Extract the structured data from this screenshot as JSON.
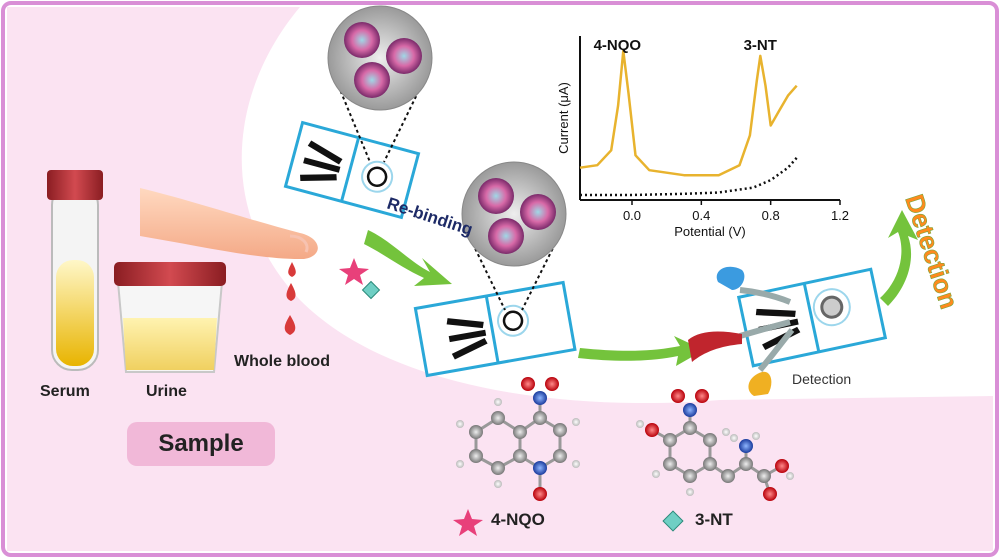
{
  "sample": {
    "title": "Sample",
    "serum": "Serum",
    "urine": "Urine",
    "whole_blood": "Whole blood"
  },
  "steps": {
    "rebinding": "Re-binding",
    "detection": "Detection",
    "detection_arrow": "Detection"
  },
  "legend": {
    "nqo": "4-NQO",
    "nt": "3-NT"
  },
  "chart_data": {
    "type": "line",
    "xlabel": "Potential (V)",
    "ylabel": "Current (μA)",
    "xlim": [
      -0.3,
      1.2
    ],
    "xticks": [
      "0.0",
      "0.4",
      "0.8",
      "1.2"
    ],
    "peak_labels": [
      "4-NQO",
      "3-NT"
    ],
    "peaks_x": [
      -0.05,
      0.74
    ],
    "series": [
      {
        "style": "solid",
        "color": "#e8b32e",
        "x": [
          -0.3,
          -0.2,
          -0.12,
          -0.08,
          -0.05,
          -0.02,
          0.02,
          0.1,
          0.3,
          0.5,
          0.62,
          0.68,
          0.72,
          0.74,
          0.77,
          0.8,
          0.85,
          0.9,
          0.95
        ],
        "y": [
          1.3,
          1.4,
          2.0,
          3.8,
          6.0,
          4.3,
          1.8,
          1.2,
          1.0,
          1.0,
          1.4,
          2.6,
          4.8,
          5.8,
          4.6,
          3.0,
          3.6,
          4.2,
          4.6
        ]
      },
      {
        "style": "dotted",
        "color": "#111111",
        "x": [
          -0.3,
          0.0,
          0.3,
          0.5,
          0.7,
          0.8,
          0.9,
          0.95
        ],
        "y": [
          0.2,
          0.2,
          0.25,
          0.3,
          0.5,
          0.8,
          1.3,
          1.7
        ]
      }
    ]
  },
  "colors": {
    "frame": "#d98fd6",
    "pink_bg": "#fbe3f2",
    "sensor": "#2aa8d8",
    "arrow": "#74c33c",
    "star": "#e8407a",
    "diamond": "#6fcfc4",
    "curve": "#e8b32e",
    "detection_text": "#ff8a1e"
  }
}
